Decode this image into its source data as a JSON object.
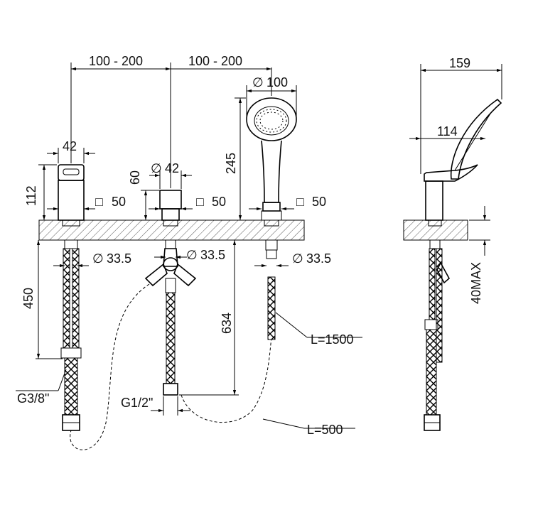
{
  "dimensions": {
    "spacing_left": "100 - 200",
    "spacing_right": "100 - 200",
    "spout_width": "42",
    "spout_height": "112",
    "square_left": "50",
    "hose_length_left": "450",
    "diverter_diameter": "42",
    "diverter_height": "60",
    "square_center": "50",
    "diameter_left": "33.5",
    "diameter_center": "33.5",
    "hose_length_center": "634",
    "shower_diameter": "100",
    "shower_height": "245",
    "square_right": "50",
    "diameter_right": "33.5",
    "hose_L1500": "L=1500",
    "hose_L500": "L=500",
    "thread_G38": "G3/8\"",
    "thread_G12": "G1/2\"",
    "side_width": "159",
    "side_reach": "114",
    "deck_max": "40MAX"
  },
  "symbols": {
    "square": "□",
    "diameter": "∅"
  }
}
